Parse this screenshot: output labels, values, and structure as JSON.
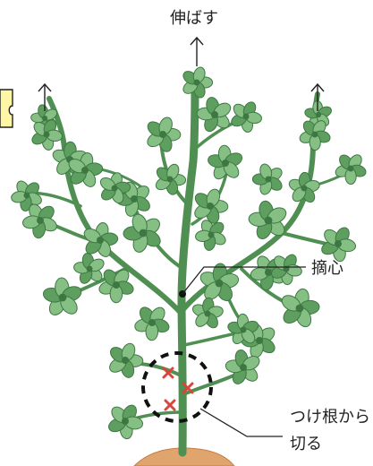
{
  "labels": {
    "extend": "伸ばす",
    "pinch": "摘心",
    "cut_line1": "つけ根から",
    "cut_line2": "切る"
  },
  "colors": {
    "stem": "#4f8f52",
    "stem_outline": "#2f5d33",
    "leaf": "#5e9e5f",
    "leaf_dark": "#3d7843",
    "leaf_light": "#86bf84",
    "cut_mark": "#d9443c",
    "soil": "#e0a56c",
    "ink": "#222222",
    "note_tab": "#fff7a6"
  },
  "icons": [
    "up-arrow-icon",
    "cut-x-icon",
    "dashed-circle-icon",
    "pinch-dot-icon"
  ]
}
